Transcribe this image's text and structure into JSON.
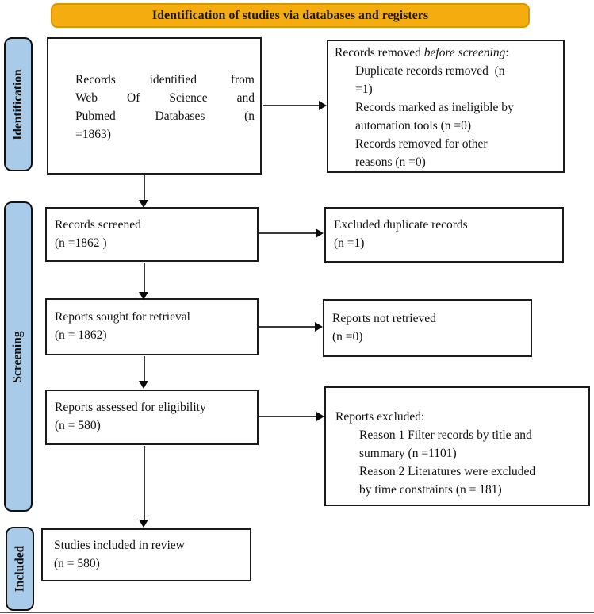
{
  "banner": "Identification of studies via databases and registers",
  "side_labels": [
    "Identification",
    "Screening",
    "Included"
  ],
  "boxes": {
    "b1": {
      "lines": [
        "Records identified from",
        "Web Of Science and",
        "Pubmed Databases (n",
        "=1863)"
      ]
    },
    "r1": {
      "title_pre": "Records removed ",
      "title_italic": "before screening",
      "title_post": ":",
      "items": [
        [
          "Duplicate records removed  (n",
          "=1)"
        ],
        [
          "Records marked as ineligible by",
          "automation tools (n =0)"
        ],
        [
          "Records removed for other",
          "reasons (n =0)"
        ]
      ]
    },
    "b2": {
      "line1": "Records screened",
      "line2": "(n =1862 )"
    },
    "r2": {
      "line1": "Excluded duplicate records",
      "line2": "(n =1)"
    },
    "b3": {
      "line1": "Reports sought for retrieval",
      "line2": "(n = 1862)"
    },
    "r3": {
      "line1": "Reports not retrieved",
      "line2": "(n =0)"
    },
    "b4": {
      "line1": "Reports assessed for eligibility",
      "line2": "(n = 580)"
    },
    "r4": {
      "title": "Reports excluded:",
      "items": [
        [
          "Reason 1 Filter records by title and",
          "summary (n =1101)"
        ],
        [
          "Reason 2 Literatures were excluded",
          "by time constraints (n = 181)"
        ]
      ]
    },
    "b5": {
      "line1": "Studies included in review",
      "line2": "(n = 580)"
    }
  },
  "colors": {
    "banner_fill": "#F5AC0F",
    "banner_border": "#DB9700",
    "stage_fill": "#A9CBEA",
    "box_border": "#1a1a1a",
    "arrow": "#3a3a3a"
  }
}
